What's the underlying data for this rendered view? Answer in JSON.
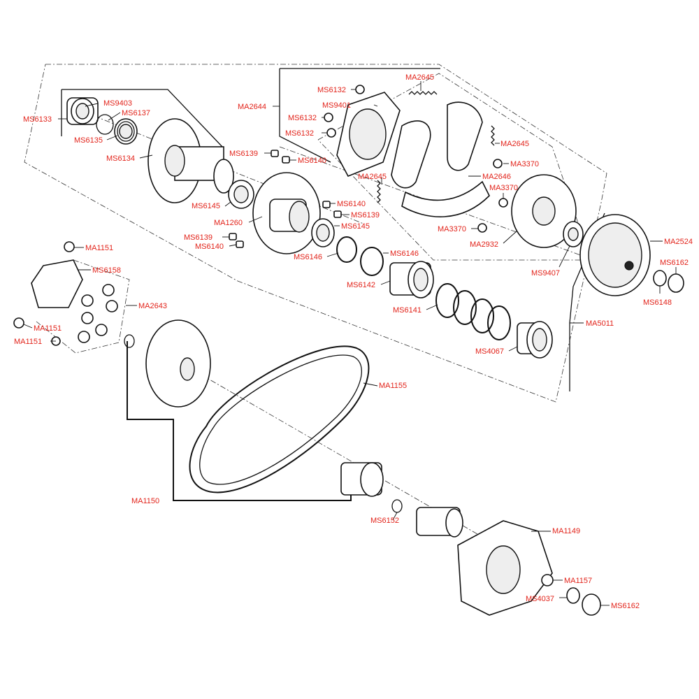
{
  "colors": {
    "label": "#e2231a",
    "line": "#111111",
    "background": "#ffffff"
  },
  "labels": {
    "ms9403": "MS9403",
    "ms6137": "MS6137",
    "ms6133": "MS6133",
    "ms6135": "MS6135",
    "ms6134": "MS6134",
    "ms6139_a": "MS6139",
    "ms6140_a": "MS6140",
    "ms6145_a": "MS6145",
    "ma1260": "MA1260",
    "ms6140_b": "MS6140",
    "ms6139_b": "MS6139",
    "ms6145_b": "MS6145",
    "ms6139_c": "MS6139",
    "ms6140_c": "MS6140",
    "ms6146_a": "MS6146",
    "ms6146_b": "MS6146",
    "ms6142": "MS6142",
    "ms6141": "MS6141",
    "ms4067": "MS4067",
    "ma5011": "MA5011",
    "ma2644": "MA2644",
    "ms6132_a": "MS6132",
    "ms9401": "MS9401",
    "ms6132_b": "MS6132",
    "ms6132_c": "MS6132",
    "ma2645_a": "MA2645",
    "ma2645_b": "MA2645",
    "ma2645_c": "MA2645",
    "ma3370_a": "MA3370",
    "ma2646": "MA2646",
    "ma3370_b": "MA3370",
    "ma3370_c": "MA3370",
    "ma2932": "MA2932",
    "ms9407": "MS9407",
    "ma2524": "MA2524",
    "ms6162_a": "MS6162",
    "ms6148": "MS6148",
    "ma1151_a": "MA1151",
    "ms6158": "MS6158",
    "ma2643": "MA2643",
    "ma1151_b": "MA1151",
    "ma1151_c": "MA1151",
    "ma1155": "MA1155",
    "ma1150": "MA1150",
    "ms6152": "MS6152",
    "ma1149": "MA1149",
    "ma1157": "MA1157",
    "ms4037": "MS4037",
    "ms6162_b": "MS6162"
  }
}
